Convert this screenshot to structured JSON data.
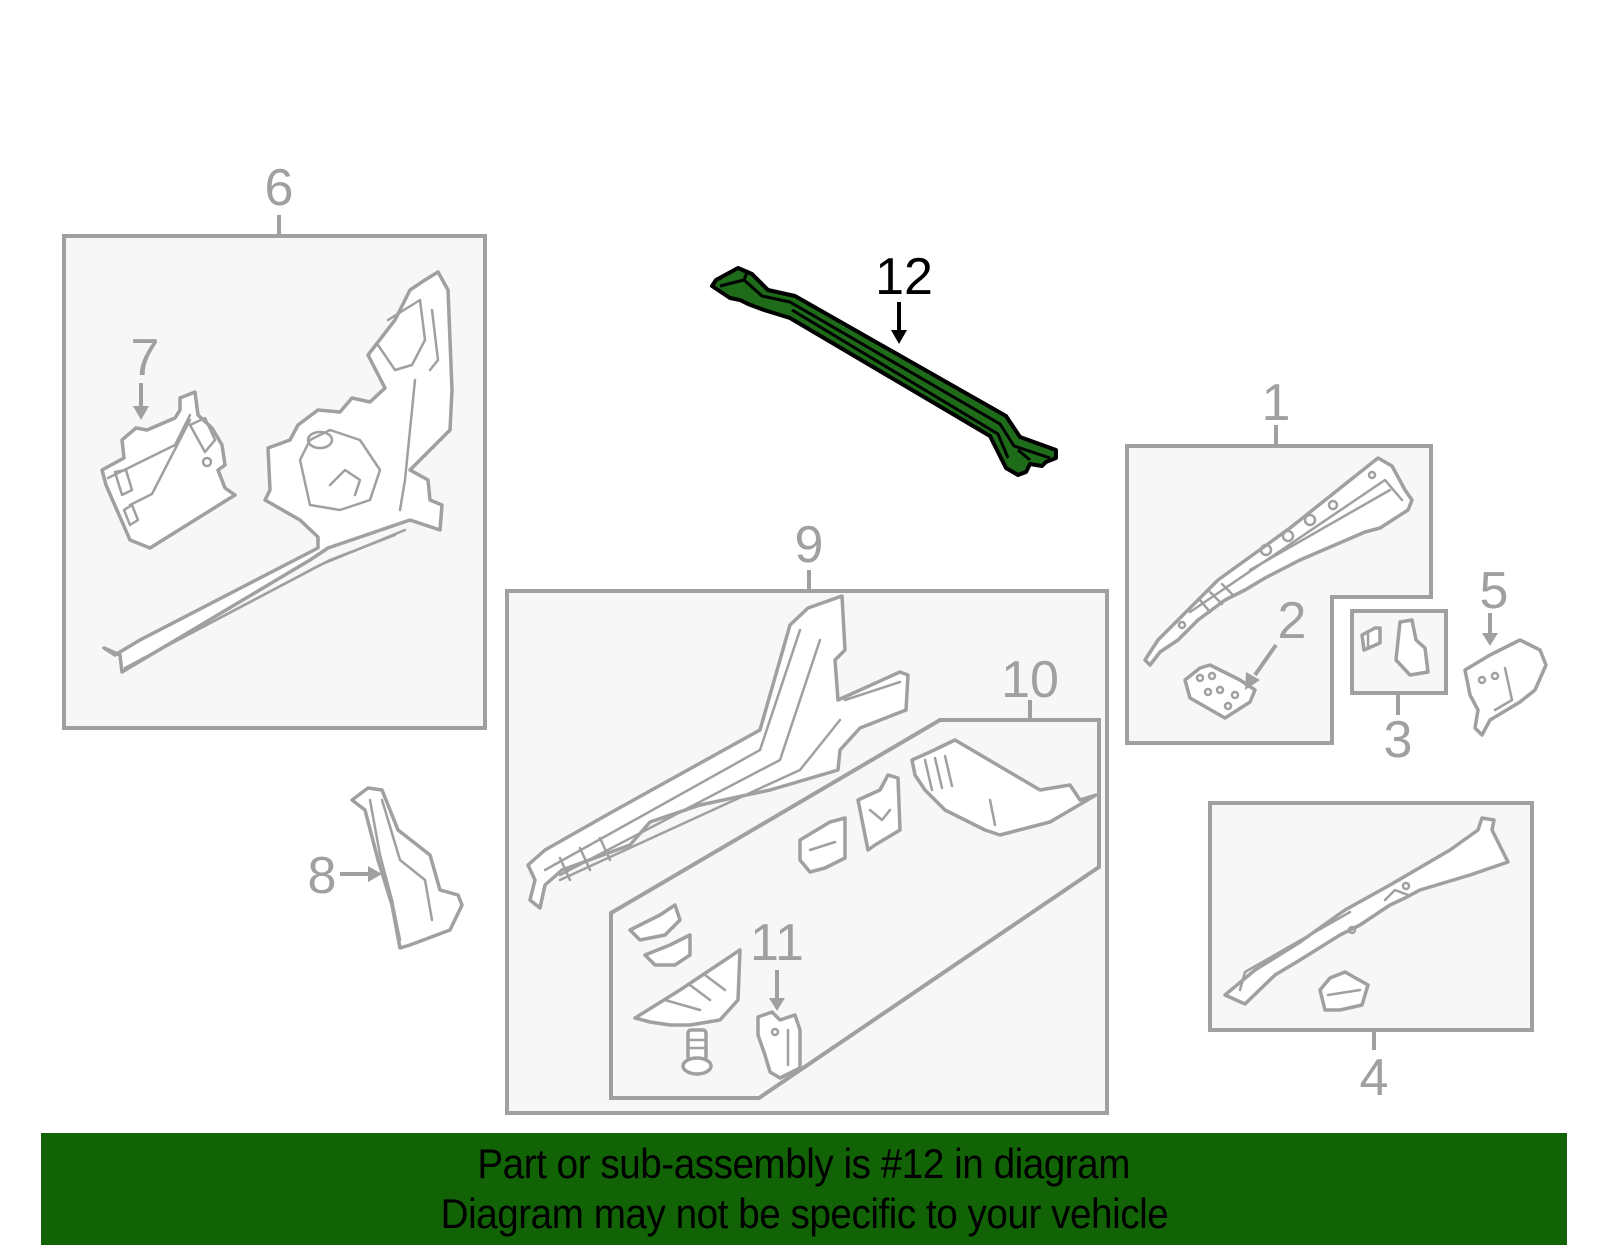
{
  "diagram": {
    "highlight_color": "#1e6b1a",
    "line_color": "#a0a0a0",
    "box_fill": "#f7f7f7",
    "callouts": [
      {
        "id": "1",
        "label": "1"
      },
      {
        "id": "2",
        "label": "2"
      },
      {
        "id": "3",
        "label": "3"
      },
      {
        "id": "4",
        "label": "4"
      },
      {
        "id": "5",
        "label": "5"
      },
      {
        "id": "6",
        "label": "6"
      },
      {
        "id": "7",
        "label": "7"
      },
      {
        "id": "8",
        "label": "8"
      },
      {
        "id": "9",
        "label": "9"
      },
      {
        "id": "10",
        "label": "10"
      },
      {
        "id": "11",
        "label": "11"
      },
      {
        "id": "12",
        "label": "12",
        "highlighted": true
      }
    ]
  },
  "banner": {
    "background": "#116306",
    "line1": "Part or sub-assembly is #12 in diagram",
    "line2": "Diagram may not be specific to your vehicle"
  }
}
